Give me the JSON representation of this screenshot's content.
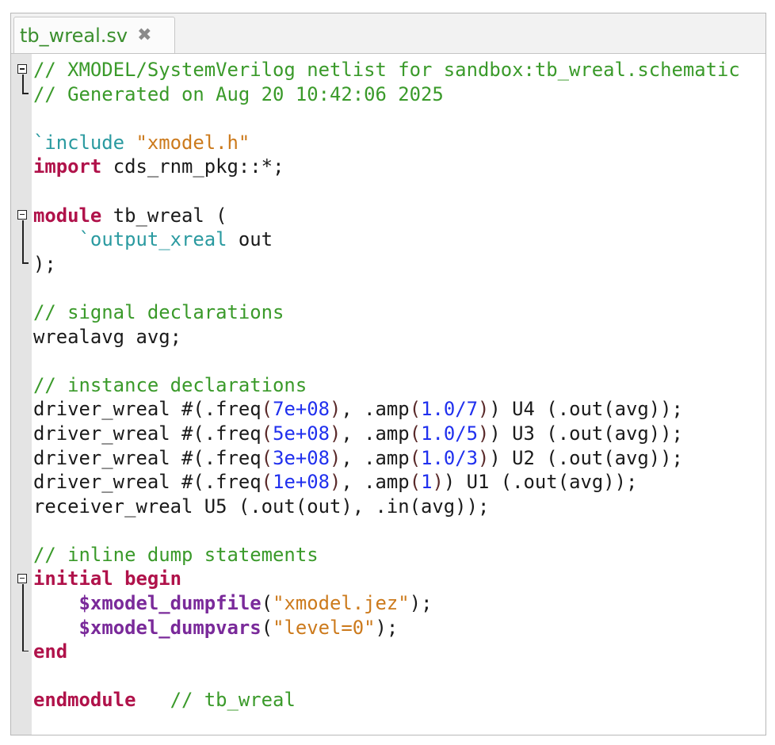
{
  "tab": {
    "title": "tb_wreal.sv",
    "close_icon": "close-icon"
  },
  "colors": {
    "comment": "#3a9a2a",
    "keyword": "#b0124a",
    "preprocessor": "#2a9aa0",
    "string": "#cc7a1c",
    "number": "#2030ee",
    "system_task": "#7a2a9a"
  },
  "lines": [
    [
      [
        "cm",
        "// XMODEL/SystemVerilog netlist for sandbox:tb_wreal.schematic"
      ]
    ],
    [
      [
        "cm",
        "// Generated on Aug 20 10:42:06 2025"
      ]
    ],
    [],
    [
      [
        "pp",
        "`include "
      ],
      [
        "st",
        "\"xmodel.h\""
      ]
    ],
    [
      [
        "kw",
        "import"
      ],
      [
        "tx",
        " cds_rnm_pkg::*;"
      ]
    ],
    [],
    [
      [
        "kw",
        "module"
      ],
      [
        "tx",
        " tb_wreal ("
      ]
    ],
    [
      [
        "tx",
        "    "
      ],
      [
        "pp",
        "`output_xreal"
      ],
      [
        "tx",
        " out"
      ]
    ],
    [
      [
        "tx",
        ");"
      ]
    ],
    [],
    [
      [
        "cm",
        "// signal declarations"
      ]
    ],
    [
      [
        "tx",
        "wrealavg avg;"
      ]
    ],
    [],
    [
      [
        "cm",
        "// instance declarations"
      ]
    ],
    [
      [
        "tx",
        "driver_wreal #(.freq"
      ],
      [
        "pu",
        "("
      ],
      [
        "nu",
        "7e+08"
      ],
      [
        "pu",
        ")"
      ],
      [
        "tx",
        ", .amp"
      ],
      [
        "pu",
        "("
      ],
      [
        "nu",
        "1.0/7"
      ],
      [
        "pu",
        ")"
      ],
      [
        "tx",
        ") U4 (.out(avg));"
      ]
    ],
    [
      [
        "tx",
        "driver_wreal #(.freq"
      ],
      [
        "pu",
        "("
      ],
      [
        "nu",
        "5e+08"
      ],
      [
        "pu",
        ")"
      ],
      [
        "tx",
        ", .amp"
      ],
      [
        "pu",
        "("
      ],
      [
        "nu",
        "1.0/5"
      ],
      [
        "pu",
        ")"
      ],
      [
        "tx",
        ") U3 (.out(avg));"
      ]
    ],
    [
      [
        "tx",
        "driver_wreal #(.freq"
      ],
      [
        "pu",
        "("
      ],
      [
        "nu",
        "3e+08"
      ],
      [
        "pu",
        ")"
      ],
      [
        "tx",
        ", .amp"
      ],
      [
        "pu",
        "("
      ],
      [
        "nu",
        "1.0/3"
      ],
      [
        "pu",
        ")"
      ],
      [
        "tx",
        ") U2 (.out(avg));"
      ]
    ],
    [
      [
        "tx",
        "driver_wreal #(.freq"
      ],
      [
        "pu",
        "("
      ],
      [
        "nu",
        "1e+08"
      ],
      [
        "pu",
        ")"
      ],
      [
        "tx",
        ", .amp"
      ],
      [
        "pu",
        "("
      ],
      [
        "nu",
        "1"
      ],
      [
        "pu",
        ")"
      ],
      [
        "tx",
        ") U1 (.out(avg));"
      ]
    ],
    [
      [
        "tx",
        "receiver_wreal U5 (.out(out), .in(avg));"
      ]
    ],
    [],
    [
      [
        "cm",
        "// inline dump statements"
      ]
    ],
    [
      [
        "kw",
        "initial begin"
      ]
    ],
    [
      [
        "tx",
        "    "
      ],
      [
        "sy",
        "$xmodel_dumpfile"
      ],
      [
        "tx",
        "("
      ],
      [
        "st",
        "\"xmodel.jez\""
      ],
      [
        "tx",
        ");"
      ]
    ],
    [
      [
        "tx",
        "    "
      ],
      [
        "sy",
        "$xmodel_dumpvars"
      ],
      [
        "tx",
        "("
      ],
      [
        "st",
        "\"level=0\""
      ],
      [
        "tx",
        ");"
      ]
    ],
    [
      [
        "kw",
        "end"
      ]
    ],
    [],
    [
      [
        "kw",
        "endmodule"
      ],
      [
        "tx",
        "   "
      ],
      [
        "cm",
        "// tb_wreal"
      ]
    ]
  ],
  "folds": [
    [
      0,
      1
    ],
    [
      6,
      8
    ],
    [
      21,
      24
    ]
  ]
}
